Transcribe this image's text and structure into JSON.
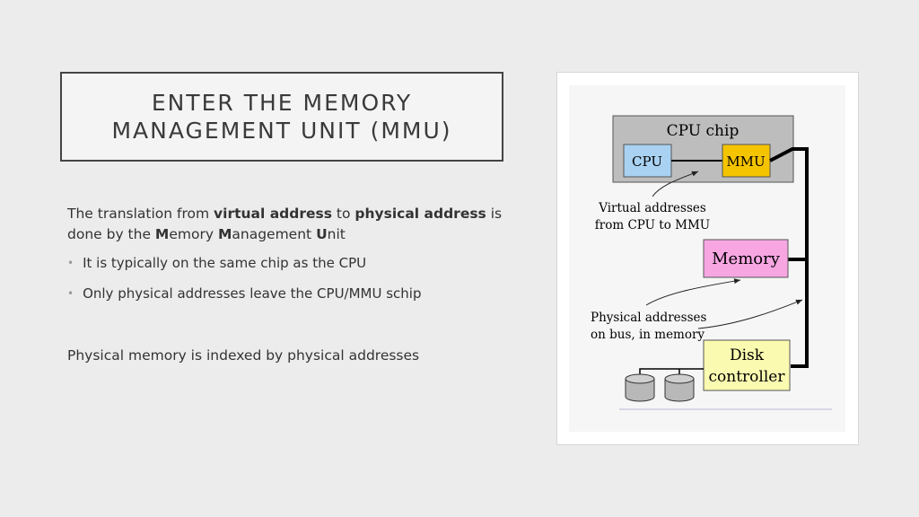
{
  "title": {
    "line1": "ENTER THE MEMORY",
    "line2": "MANAGEMENT UNIT (MMU)"
  },
  "body": {
    "p1_prefix": "The translation from ",
    "p1_bold1": "virtual address",
    "p1_mid": " to ",
    "p1_bold2": "physical address",
    "p1_suffix": " is",
    "p1_line2_a": "done by the ",
    "p1_m1": "M",
    "p1_emory": "emory ",
    "p1_m2": "M",
    "p1_anagement": "anagement ",
    "p1_u": "U",
    "p1_nit": "nit",
    "bullets": [
      "It is typically on the same chip as the CPU",
      "Only physical addresses leave the CPU/MMU schip"
    ],
    "p2": "Physical memory is indexed by physical addresses"
  },
  "diagram": {
    "cpu_chip_label": "CPU chip",
    "cpu_label": "CPU",
    "mmu_label": "MMU",
    "virtual_note_line1": "Virtual addresses",
    "virtual_note_line2": "from CPU to MMU",
    "memory_label": "Memory",
    "physical_note_line1": "Physical addresses",
    "physical_note_line2": "on bus, in memory",
    "disk_label_line1": "Disk",
    "disk_label_line2": "controller",
    "colors": {
      "chip": "#bdbdbd",
      "cpu": "#a9d2f2",
      "mmu": "#f5c400",
      "memory": "#f7a6e2",
      "disk_controller": "#fafab0",
      "disk_drum": "#b8b8b8"
    }
  }
}
